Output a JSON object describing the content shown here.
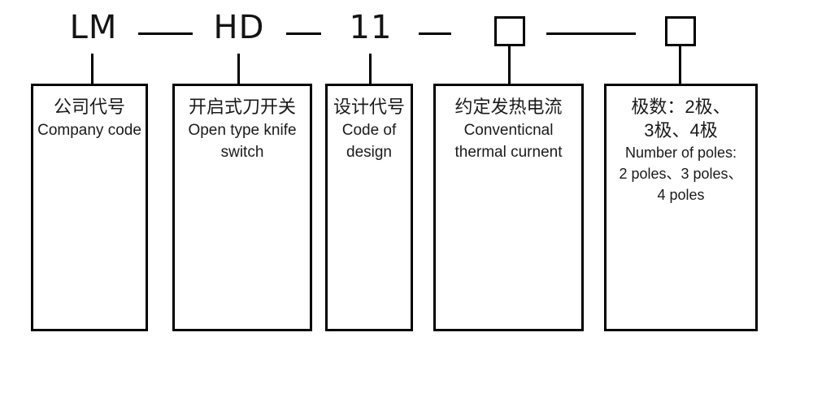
{
  "model_code": {
    "segments": [
      "LM",
      "HD",
      "11"
    ],
    "placeholders": [
      "conventional-thermal-current",
      "number-of-poles"
    ]
  },
  "boxes": [
    {
      "id": "company-code",
      "zh": [
        "公司代号"
      ],
      "en": [
        "Company code"
      ]
    },
    {
      "id": "open-type-knife-switch",
      "zh": [
        "开启式刀开关"
      ],
      "en": [
        "Open type knife",
        "switch"
      ]
    },
    {
      "id": "code-of-design",
      "zh": [
        "设计代号"
      ],
      "en": [
        "Code of",
        "design"
      ]
    },
    {
      "id": "conventional-thermal-current",
      "zh": [
        "约定发热电流"
      ],
      "en": [
        "Conventicnal",
        "thermal curnent"
      ]
    },
    {
      "id": "number-of-poles",
      "zh": [
        "极数：2极、",
        "3极、4极"
      ],
      "en": [
        "Number of poles:",
        "2 poles、3 poles、",
        "4 poles"
      ]
    }
  ],
  "colors": {
    "line": "#000000",
    "text": "#1a1a1a",
    "background": "#ffffff"
  }
}
